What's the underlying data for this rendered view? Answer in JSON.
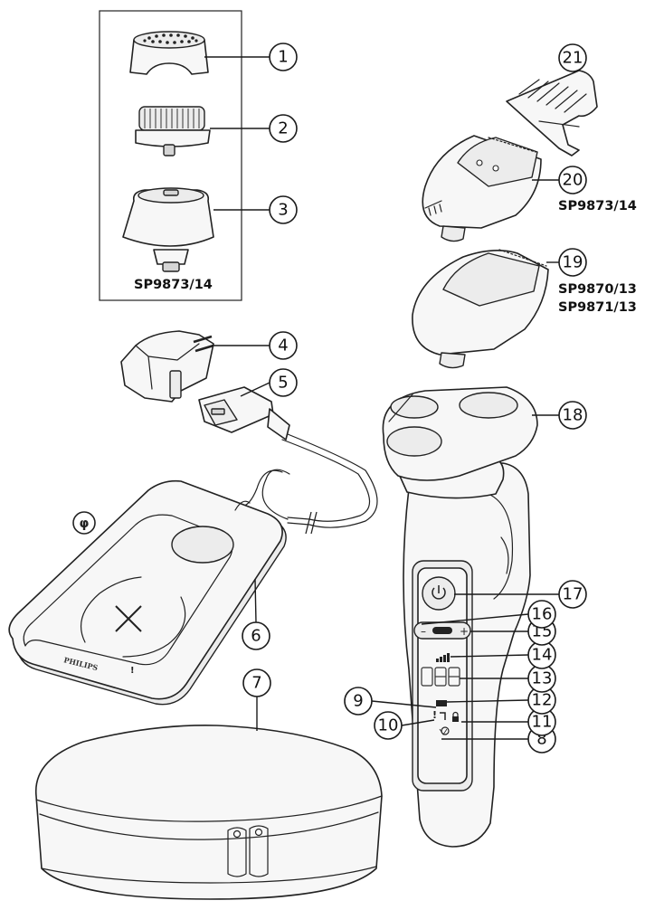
{
  "models": {
    "attachments_box": "SP9873/14",
    "trimmer_20": "SP9873/14",
    "trimmer_19_line1": "SP9870/13",
    "trimmer_19_line2": "SP9871/13"
  },
  "brand": "PHILIPS",
  "pad_symbol": "!",
  "callouts": {
    "n1": "1",
    "n2": "2",
    "n3": "3",
    "n4": "4",
    "n5": "5",
    "n6": "6",
    "n7": "7",
    "n8": "8",
    "n9": "9",
    "n10": "10",
    "n11": "11",
    "n12": "12",
    "n13": "13",
    "n14": "14",
    "n15": "15",
    "n16": "16",
    "n17": "17",
    "n18": "18",
    "n19": "19",
    "n20": "20",
    "n21": "21"
  },
  "icons": [
    "qi-wireless-icon",
    "power-icon",
    "plus-icon",
    "minus-icon",
    "lock-icon",
    "battery-icon",
    "travel-lock-icon"
  ]
}
